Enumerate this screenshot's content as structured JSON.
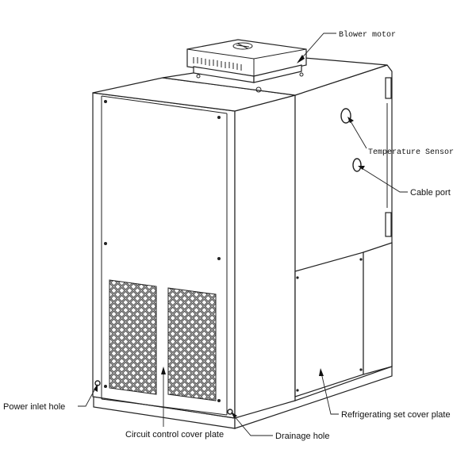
{
  "labels": {
    "blower_motor": "Blower motor",
    "temperature_sensor": "Temperature Sensor",
    "cable_port": "Cable port",
    "power_inlet_hole": "Power inlet hole",
    "circuit_control_cover_plate": "Circuit control cover plate",
    "drainage_hole": "Drainage hole",
    "refrigerating_set_cover_plate": "Refrigerating set cover plate"
  }
}
